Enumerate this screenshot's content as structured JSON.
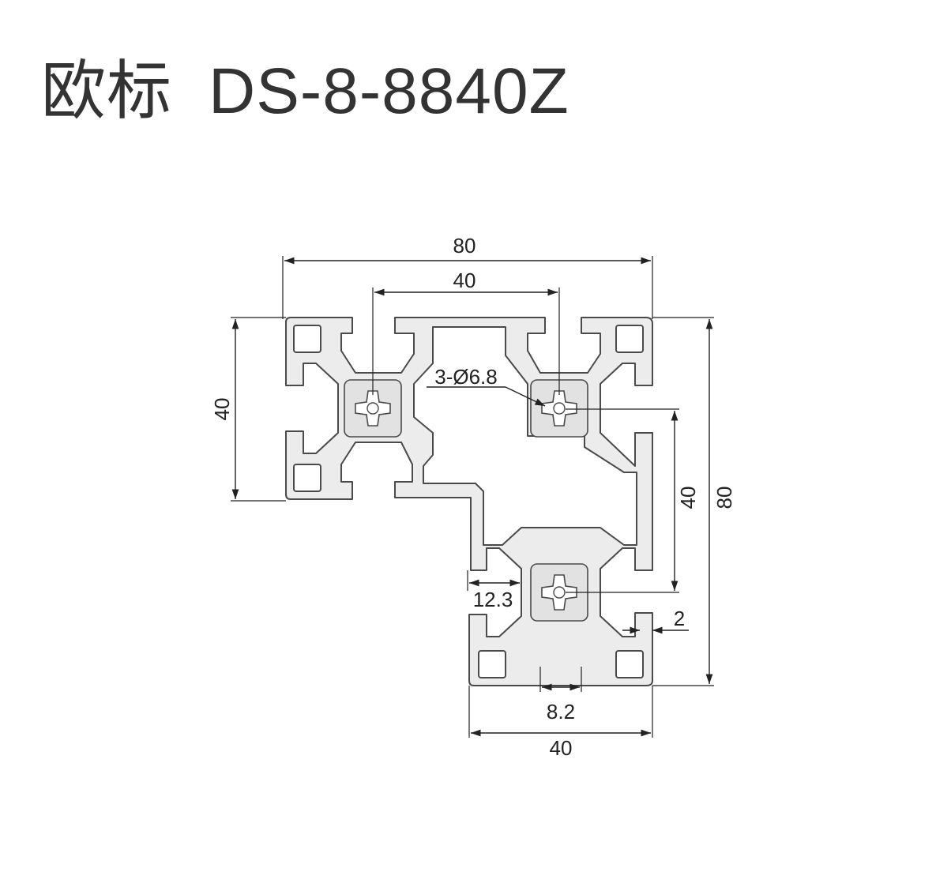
{
  "title": {
    "prefix": "欧标",
    "model": "DS-8-8840Z"
  },
  "dimensions": {
    "top_overall": "80",
    "top_inner": "40",
    "left_height": "40",
    "right_inner": "40",
    "right_overall": "80",
    "bottom_width": "40",
    "slot_opening": "8.2",
    "wall_thickness": "2",
    "slot_offset": "12.3",
    "hole_callout": "3-Ø6.8"
  },
  "colors": {
    "profile_fill": "#ececec",
    "profile_stroke": "#4a4a4a",
    "dimension_ink": "#222222",
    "title_ink": "#333333"
  }
}
